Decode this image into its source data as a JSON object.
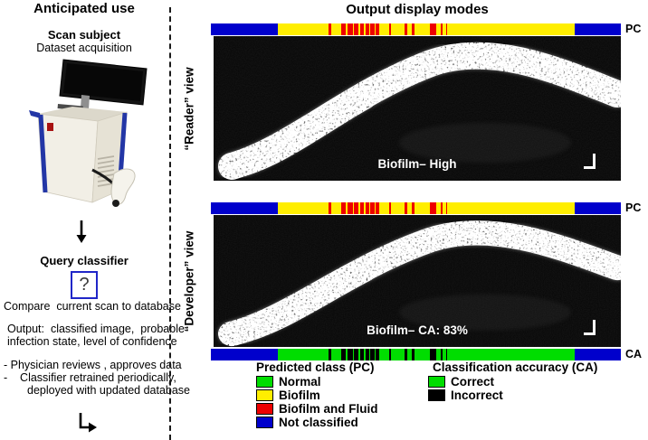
{
  "left": {
    "title": "Anticipated use",
    "scan_subject": "Scan subject",
    "dataset_acquisition": "Dataset acquisition",
    "query_classifier": "Query classifier",
    "question_mark": "?",
    "compare_line": "Compare  current scan to database",
    "output_lines": [
      "Output:  classified image,  probable",
      "infection state, level of confidence"
    ],
    "bullet_lines": [
      "- Physician reviews , approves data",
      "-    Classifier retrained periodically,",
      "deployed with updated database"
    ]
  },
  "right": {
    "title": "Output display modes",
    "reader_label": "“Reader” view",
    "developer_label": "“Developer” view",
    "pc_label": "PC",
    "ca_label": "CA",
    "reader_overlay": "Biofilm– High",
    "developer_overlay": "Biofilm– CA: 83%"
  },
  "colors": {
    "blue": "#0000cc",
    "yellow": "#ffee00",
    "red": "#ee0000",
    "green": "#00dd00",
    "black": "#000000"
  },
  "bars": {
    "pc_map": {
      "L": "blue",
      "M": "yellow",
      "S": "red",
      "R": "blue"
    },
    "ca_map": {
      "L": "blue",
      "M": "green",
      "S": "black",
      "R": "blue"
    },
    "pattern": [
      {
        "k": "L",
        "w": 0.163
      },
      {
        "k": "M",
        "w": 0.125
      },
      {
        "k": "S",
        "w": 0.006
      },
      {
        "k": "M",
        "w": 0.024
      },
      {
        "k": "S",
        "w": 0.012
      },
      {
        "k": "M",
        "w": 0.004
      },
      {
        "k": "S",
        "w": 0.012
      },
      {
        "k": "M",
        "w": 0.004
      },
      {
        "k": "S",
        "w": 0.01
      },
      {
        "k": "M",
        "w": 0.004
      },
      {
        "k": "S",
        "w": 0.01
      },
      {
        "k": "M",
        "w": 0.004
      },
      {
        "k": "S",
        "w": 0.008
      },
      {
        "k": "M",
        "w": 0.004
      },
      {
        "k": "S",
        "w": 0.01
      },
      {
        "k": "M",
        "w": 0.003
      },
      {
        "k": "S",
        "w": 0.007
      },
      {
        "k": "M",
        "w": 0.025
      },
      {
        "k": "S",
        "w": 0.005
      },
      {
        "k": "M",
        "w": 0.034
      },
      {
        "k": "S",
        "w": 0.006
      },
      {
        "k": "M",
        "w": 0.01
      },
      {
        "k": "S",
        "w": 0.008
      },
      {
        "k": "M",
        "w": 0.036
      },
      {
        "k": "S",
        "w": 0.017
      },
      {
        "k": "M",
        "w": 0.01
      },
      {
        "k": "S",
        "w": 0.005
      },
      {
        "k": "M",
        "w": 0.008
      },
      {
        "k": "S",
        "w": 0.004
      },
      {
        "k": "M",
        "w": 0.31
      },
      {
        "k": "R",
        "w": 0.112
      }
    ]
  },
  "legend_pc": {
    "title": "Predicted class (PC)",
    "items": [
      {
        "color": "#00dd00",
        "label": "Normal"
      },
      {
        "color": "#ffee00",
        "label": "Biofilm"
      },
      {
        "color": "#ee0000",
        "label": "Biofilm and Fluid"
      },
      {
        "color": "#0000cc",
        "label": "Not classified"
      }
    ]
  },
  "legend_ca": {
    "title": "Classification accuracy (CA)",
    "items": [
      {
        "color": "#00dd00",
        "label": "Correct"
      },
      {
        "color": "#000000",
        "label": "Incorrect"
      }
    ]
  }
}
